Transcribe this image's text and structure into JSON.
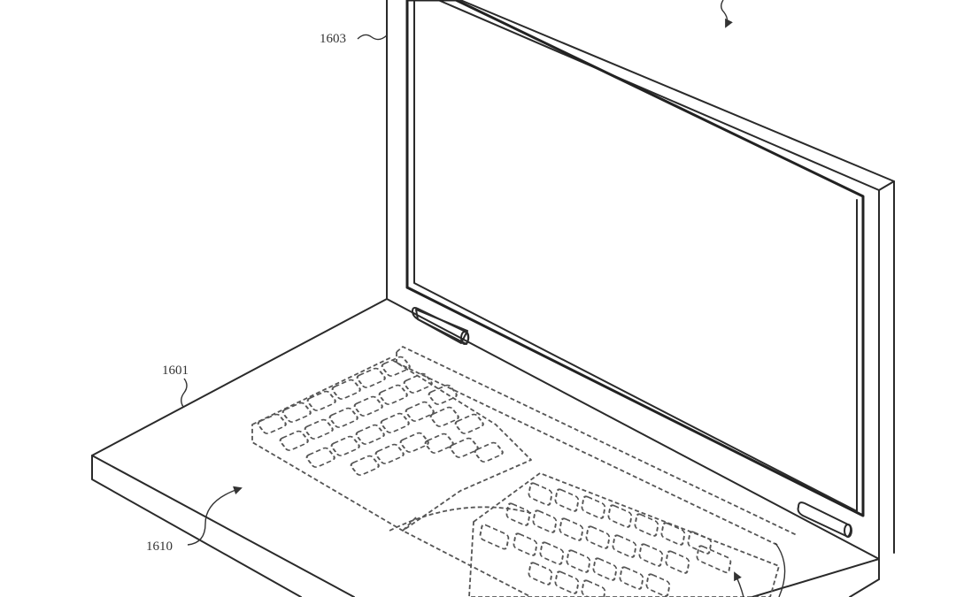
{
  "figure": {
    "type": "patent-line-drawing",
    "subject": "laptop computer with virtual/touch keyboard deck",
    "colors": {
      "background": "#ffffff",
      "line": "#2a2a2a",
      "dashed": "#555555"
    }
  },
  "labels": {
    "display_housing": "1603",
    "base_housing": "1601",
    "input_surface": "1610"
  },
  "components": {
    "display": "display housing with bezel and screen",
    "hinges": [
      "left hinge",
      "right hinge"
    ],
    "base": "base housing",
    "keyboard_region_left": "dashed key grid (left half)",
    "keyboard_region_right": "dashed key grid (right half)",
    "function_row": "dashed elongated region near hinge"
  }
}
